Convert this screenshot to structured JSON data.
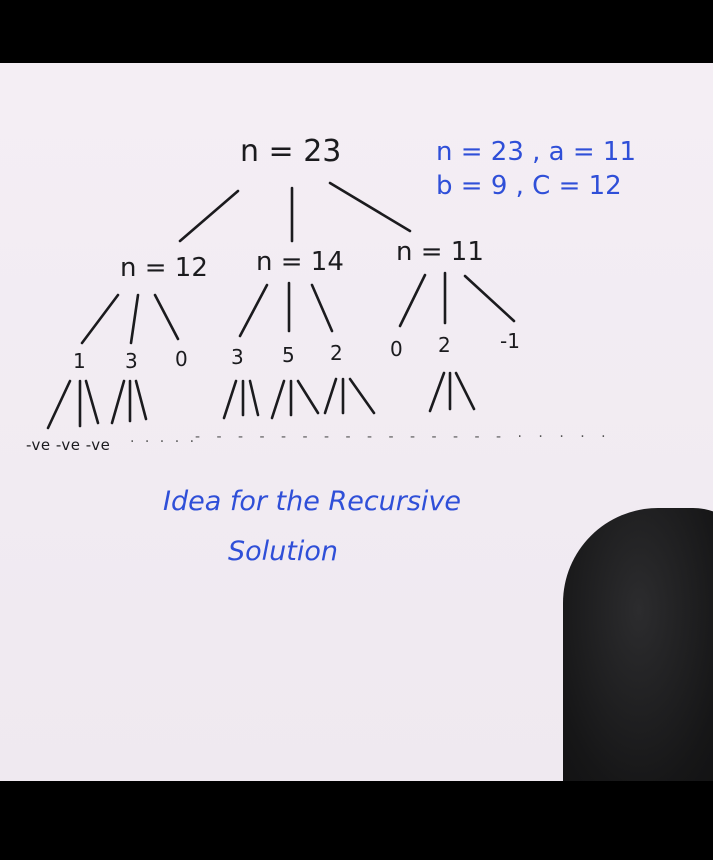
{
  "whiteboard": {
    "root": "n = 23",
    "params": {
      "line1": "n = 23 , a = 11",
      "line2": "b = 9 , C = 12"
    },
    "level1": [
      "n = 12",
      "n = 14",
      "n = 11"
    ],
    "level2": [
      "1",
      "3",
      "0",
      "3",
      "5",
      "2",
      "0",
      "2",
      "-1"
    ],
    "negatives": "-ve -ve -ve",
    "caption_line1": "Idea for the Recursive",
    "caption_line2": "Solution"
  },
  "colors": {
    "black_ink": "#1b1b1e",
    "blue_ink": "#2f4fd8",
    "board": "#f3edf3"
  }
}
